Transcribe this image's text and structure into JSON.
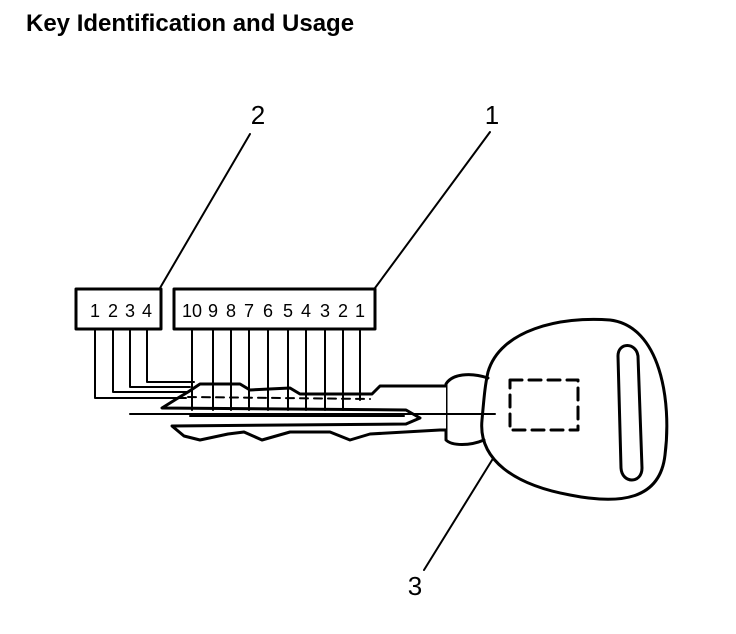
{
  "title": "Key Identification and Usage",
  "callouts": {
    "c1": "1",
    "c2": "2",
    "c3": "3"
  },
  "cut_positions_first": [
    "10",
    "9",
    "8",
    "7",
    "6",
    "5",
    "4",
    "3",
    "2",
    "1"
  ],
  "cut_positions_second": [
    "1",
    "2",
    "3",
    "4"
  ]
}
